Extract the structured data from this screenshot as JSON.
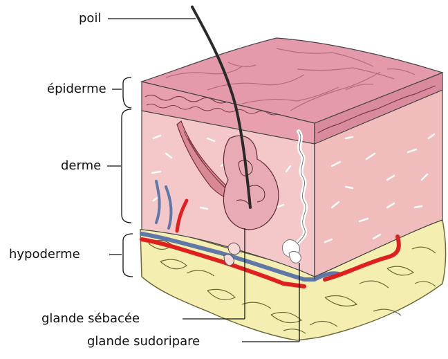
{
  "labels": {
    "poil": "poil",
    "epiderme": "épiderme",
    "derme": "derme",
    "hypoderme": "hypoderme",
    "glande_sebacee": "glande sébacée",
    "glande_sudoripare": "glande sudoripare"
  },
  "colors": {
    "epidermis": "#e8a0ae",
    "epidermis_dark": "#c77a8c",
    "dermis": "#f4c8c8",
    "dermis_side": "#f0bcbc",
    "fibers": "#ffffff",
    "fat": "#f4efb0",
    "fat_line": "#6b6a3a",
    "artery": "#e0201e",
    "vein": "#5f78a8",
    "hair": "#2a2a2a",
    "outline": "#333333"
  }
}
